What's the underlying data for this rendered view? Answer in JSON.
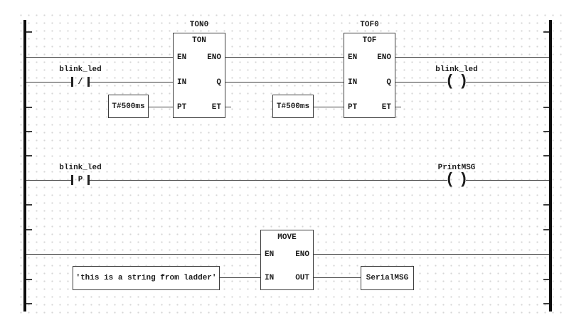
{
  "colors": {
    "background": "#ffffff",
    "wire": "#3c3c3c",
    "rail": "#0d0d0d",
    "grid_dot": "#d6d6d6",
    "text": "#1c1c1c"
  },
  "rung1": {
    "contact": {
      "label": "blink_led",
      "symbol": "/"
    },
    "ton": {
      "instance": "TON0",
      "type": "TON",
      "pin_en": "EN",
      "pin_eno": "ENO",
      "pin_in": "IN",
      "pin_q": "Q",
      "pin_pt": "PT",
      "pin_et": "ET",
      "pt_operand": "T#500ms"
    },
    "tof": {
      "instance": "TOF0",
      "type": "TOF",
      "pin_en": "EN",
      "pin_eno": "ENO",
      "pin_in": "IN",
      "pin_q": "Q",
      "pin_pt": "PT",
      "pin_et": "ET",
      "pt_operand": "T#500ms"
    },
    "coil": {
      "label": "blink_led",
      "glyph_left": "(",
      "glyph_right": ")"
    }
  },
  "rung2": {
    "contact": {
      "label": "blink_led",
      "symbol": "P"
    },
    "coil": {
      "label": "PrintMSG",
      "glyph_left": "(",
      "glyph_right": ")"
    }
  },
  "rung3": {
    "move": {
      "type": "MOVE",
      "pin_en": "EN",
      "pin_eno": "ENO",
      "pin_in": "IN",
      "pin_out": "OUT"
    },
    "in_operand": "'this is a string from ladder'",
    "out_operand": "SerialMSG"
  }
}
